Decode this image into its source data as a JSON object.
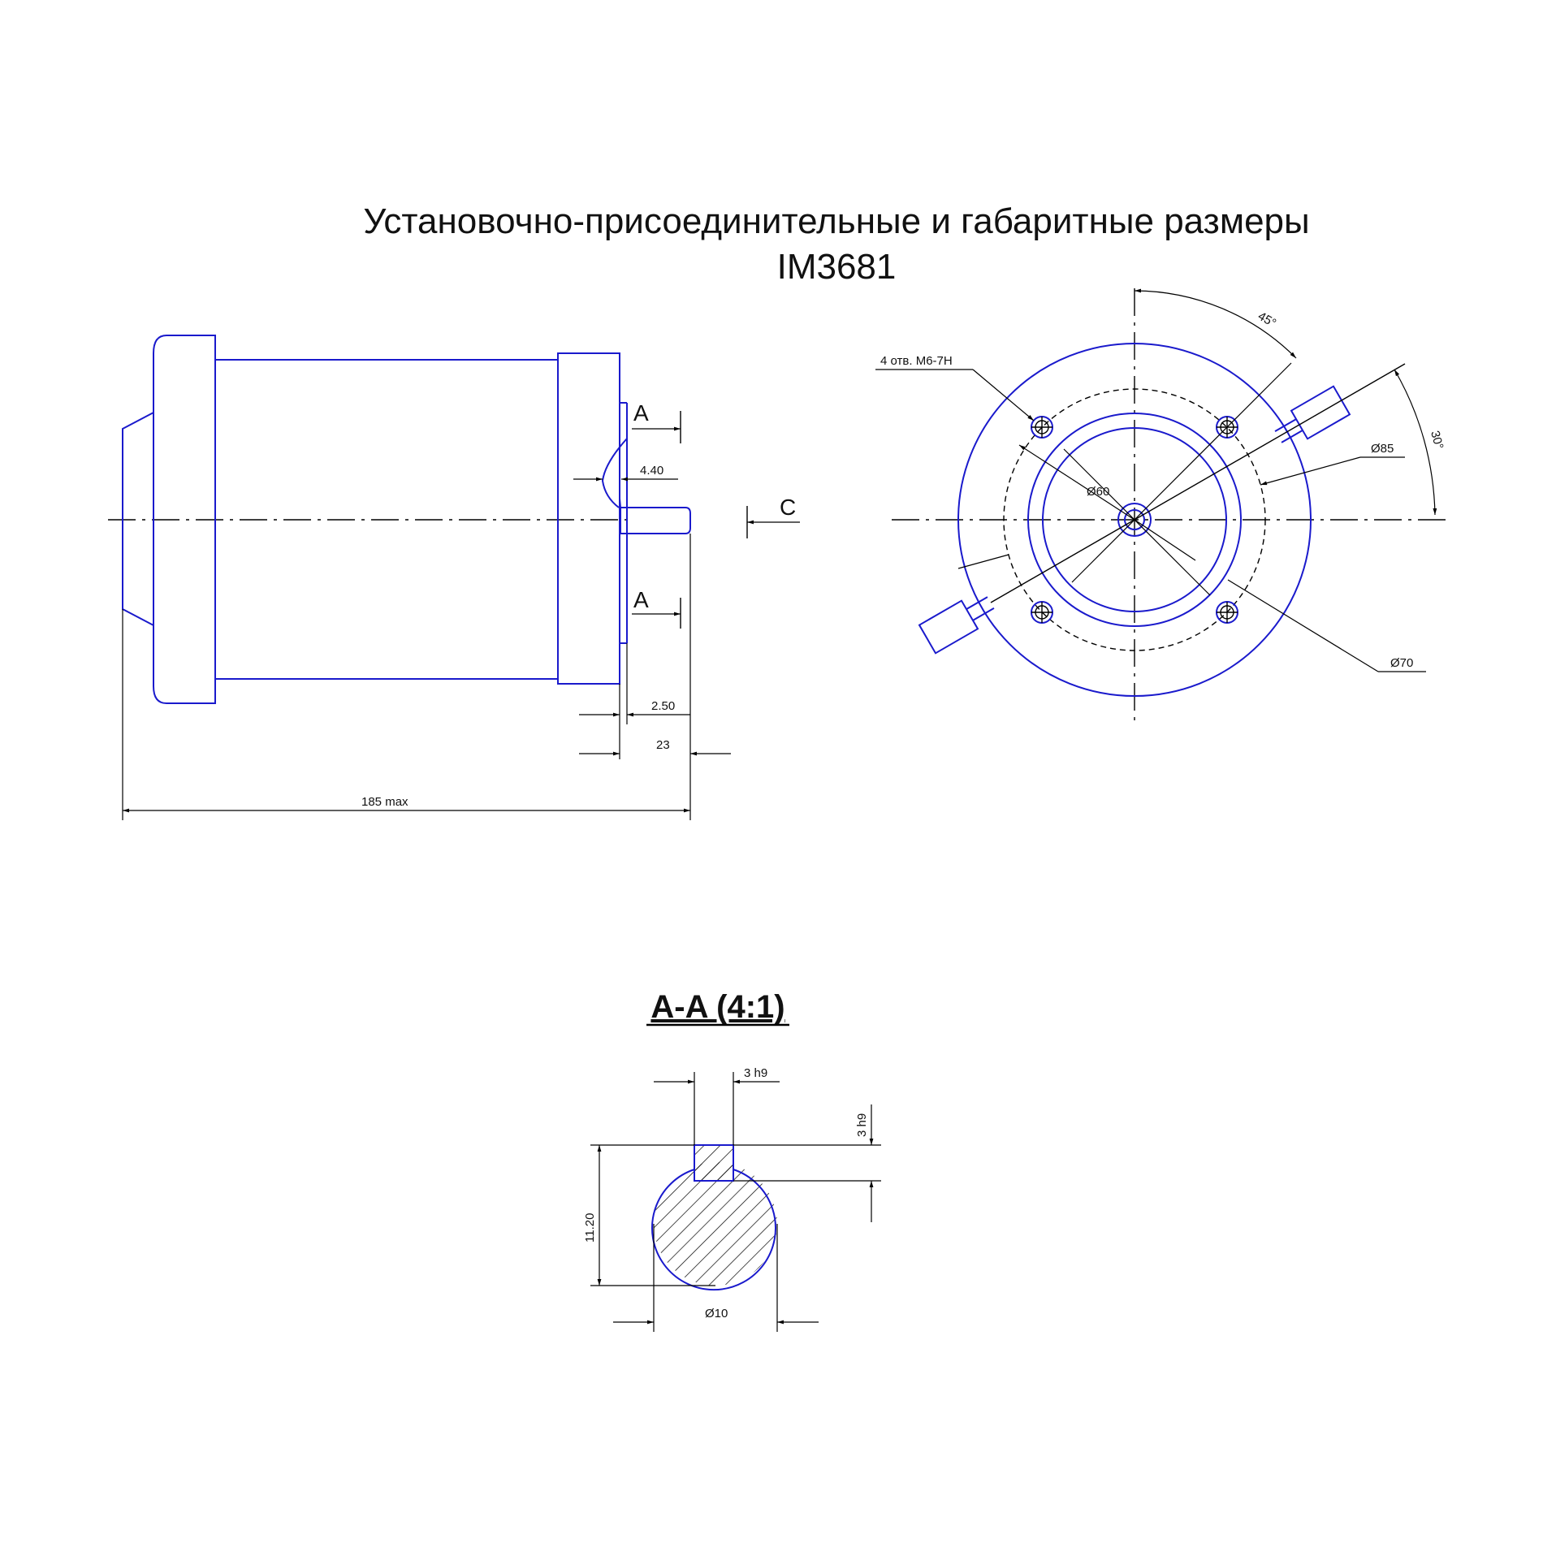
{
  "title": {
    "line1": "Установочно-присоединительные и габаритные размеры",
    "line2": "IM3681"
  },
  "side_view": {
    "section_mark_top": "A",
    "section_mark_bottom": "A",
    "view_mark": "C",
    "dim_4_40": "4.40",
    "dim_2_50": "2.50",
    "dim_23": "23",
    "dim_185": "185 max"
  },
  "front_view": {
    "holes_note": "4 отв. М6-7Н",
    "angle_45": "45°",
    "angle_30": "30°",
    "dia_85": "Ø85",
    "dia_60": "Ø60",
    "dia_70": "Ø70"
  },
  "section": {
    "title": "A-A (4:1)",
    "key_width": "3 h9",
    "key_height": "3 h9",
    "height": "11.20",
    "diameter": "Ø10"
  }
}
